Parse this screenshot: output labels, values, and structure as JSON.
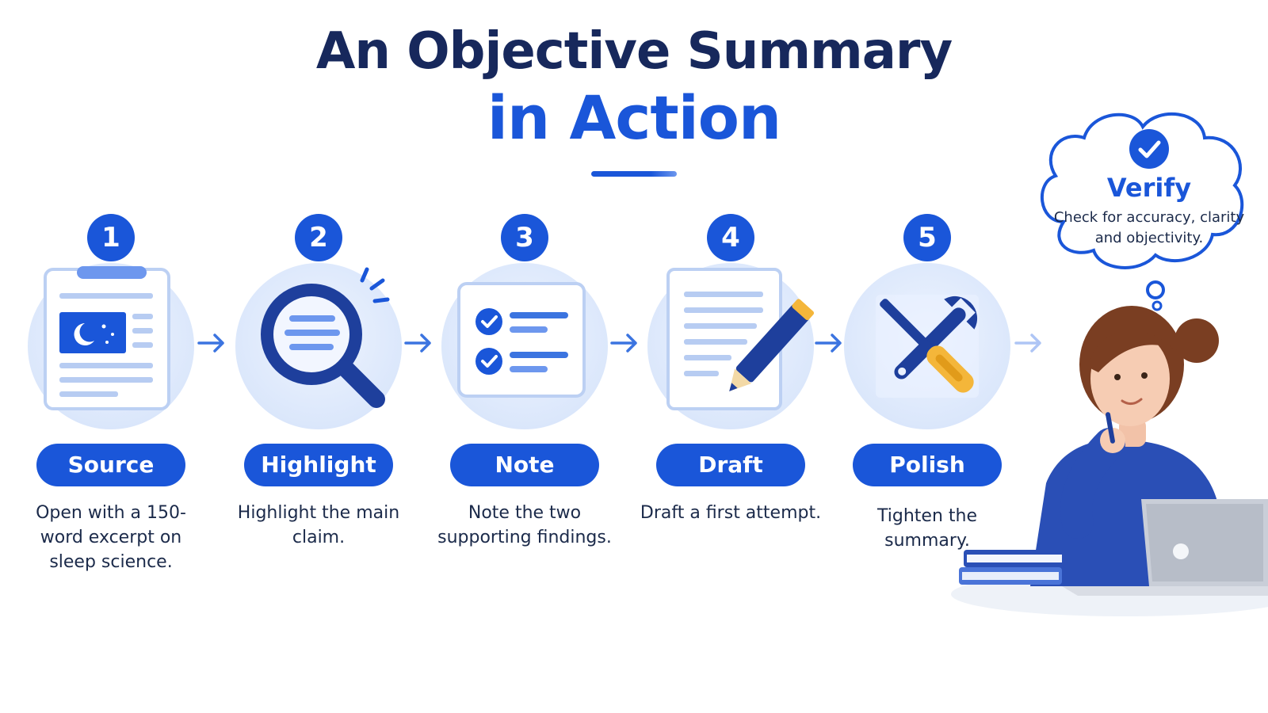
{
  "title": {
    "line1": "An Objective Summary",
    "line2": "in Action"
  },
  "steps": [
    {
      "number": "1",
      "label": "Source",
      "description": "Open with a 150-word excerpt on sleep science.",
      "icon": "document-moon-icon"
    },
    {
      "number": "2",
      "label": "Highlight",
      "description": "Highlight the main claim.",
      "icon": "magnifier-icon"
    },
    {
      "number": "3",
      "label": "Note",
      "description": "Note the two supporting findings.",
      "icon": "checklist-icon"
    },
    {
      "number": "4",
      "label": "Draft",
      "description": "Draft a first attempt.",
      "icon": "document-pencil-icon"
    },
    {
      "number": "5",
      "label": "Polish",
      "description": "Tighten the summary.",
      "icon": "wrench-screwdriver-icon"
    }
  ],
  "verify": {
    "title": "Verify",
    "description": "Check for accuracy, clarity and objectivity."
  },
  "colors": {
    "primary": "#1a56d9",
    "navy": "#17285c",
    "halo": "#dbe7fb",
    "accent_yellow": "#f4b63a"
  }
}
